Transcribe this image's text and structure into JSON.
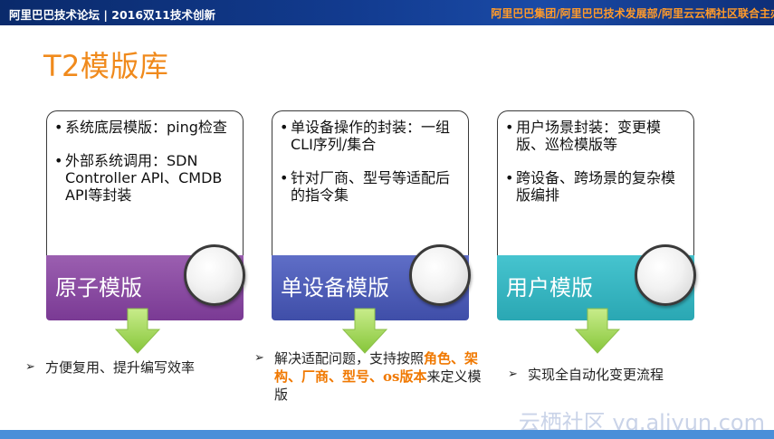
{
  "header": {
    "left_text": "阿里巴巴技术论坛 | 2016双11技术创新",
    "right_text": "阿里巴巴集团/阿里巴巴技术发展部/阿里云云栖社区联合主办"
  },
  "slide": {
    "title": "T2模版库"
  },
  "cards": [
    {
      "label": "原子模版",
      "bullets": [
        "系统底层模版：ping检查",
        "外部系统调用：SDN Controller API、CMDB API等封装"
      ],
      "color": "#8a4aa2"
    },
    {
      "label": "单设备模版",
      "bullets": [
        "单设备操作的封装：一组CLI序列/集合",
        "针对厂商、型号等适配后的指令集"
      ],
      "color": "#4c5bb5"
    },
    {
      "label": "用户模版",
      "bullets": [
        "用户场景封装：变更模版、巡检模版等",
        "跨设备、跨场景的复杂模版编排"
      ],
      "color": "#35b5c1"
    }
  ],
  "bullet_glyph": "•",
  "notes": [
    {
      "parts": [
        "方便复用、提升编写效率"
      ]
    },
    {
      "prefix": "解决适配问题，支持按照",
      "highlight": "角色、架构、厂商、型号、os版本",
      "suffix": "来定义模版"
    },
    {
      "parts": [
        "实现全自动化变更流程"
      ]
    }
  ],
  "note_glyph": "➢",
  "watermark": "云栖社区 yq.aliyun.com",
  "colors": {
    "title": "#f08a1c",
    "highlight": "#f07800",
    "arrow": "#9ad34a",
    "banner": "#123b8f"
  },
  "icons": [
    "down-arrow-icon",
    "chevron-bullet-icon"
  ]
}
